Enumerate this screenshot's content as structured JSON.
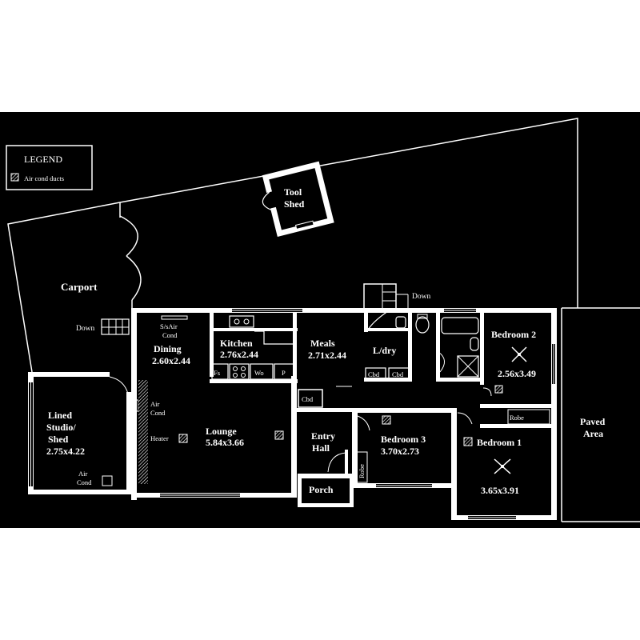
{
  "legend": {
    "title": "LEGEND",
    "items": [
      {
        "icon": "air-cond-duct-icon",
        "label": "Air cond ducts"
      }
    ]
  },
  "labels": {
    "tool_shed_1": "Tool",
    "tool_shed_2": "Shed",
    "carport": "Carport",
    "down_left": "Down",
    "down_right": "Down",
    "ss_air_cond_1": "S/sAir",
    "ss_air_cond_2": "Cond",
    "dining_name": "Dining",
    "dining_dim": "2.60x2.44",
    "kitchen_name": "Kitchen",
    "kitchen_dim": "2.76x2.44",
    "fs": "Fs",
    "wo": "Wo",
    "p": "P",
    "meals_name": "Meals",
    "meals_dim": "2.71x2.44",
    "ldry": "L/dry",
    "cbd_1": "Cbd",
    "cbd_2": "Cbd",
    "cbd_3": "Cbd",
    "bedroom2_name": "Bedroom 2",
    "bedroom2_dim": "2.56x3.49",
    "studio_1": "Lined",
    "studio_2": "Studio/",
    "studio_3": "Shed",
    "studio_dim": "2.75x4.22",
    "studio_air_1": "Air",
    "studio_air_2": "Cond",
    "air_cond_1": "Air",
    "air_cond_2": "Cond",
    "heater": "Heater",
    "lounge_name": "Lounge",
    "lounge_dim": "5.84x3.66",
    "entry_1": "Entry",
    "entry_2": "Hall",
    "porch": "Porch",
    "bedroom3_name": "Bedroom 3",
    "bedroom3_dim": "3.70x2.73",
    "robe_1": "Robe",
    "robe_2": "Robe",
    "bedroom1_name": "Bedroom 1",
    "bedroom1_dim": "3.65x3.91",
    "paved_1": "Paved",
    "paved_2": "Area"
  }
}
